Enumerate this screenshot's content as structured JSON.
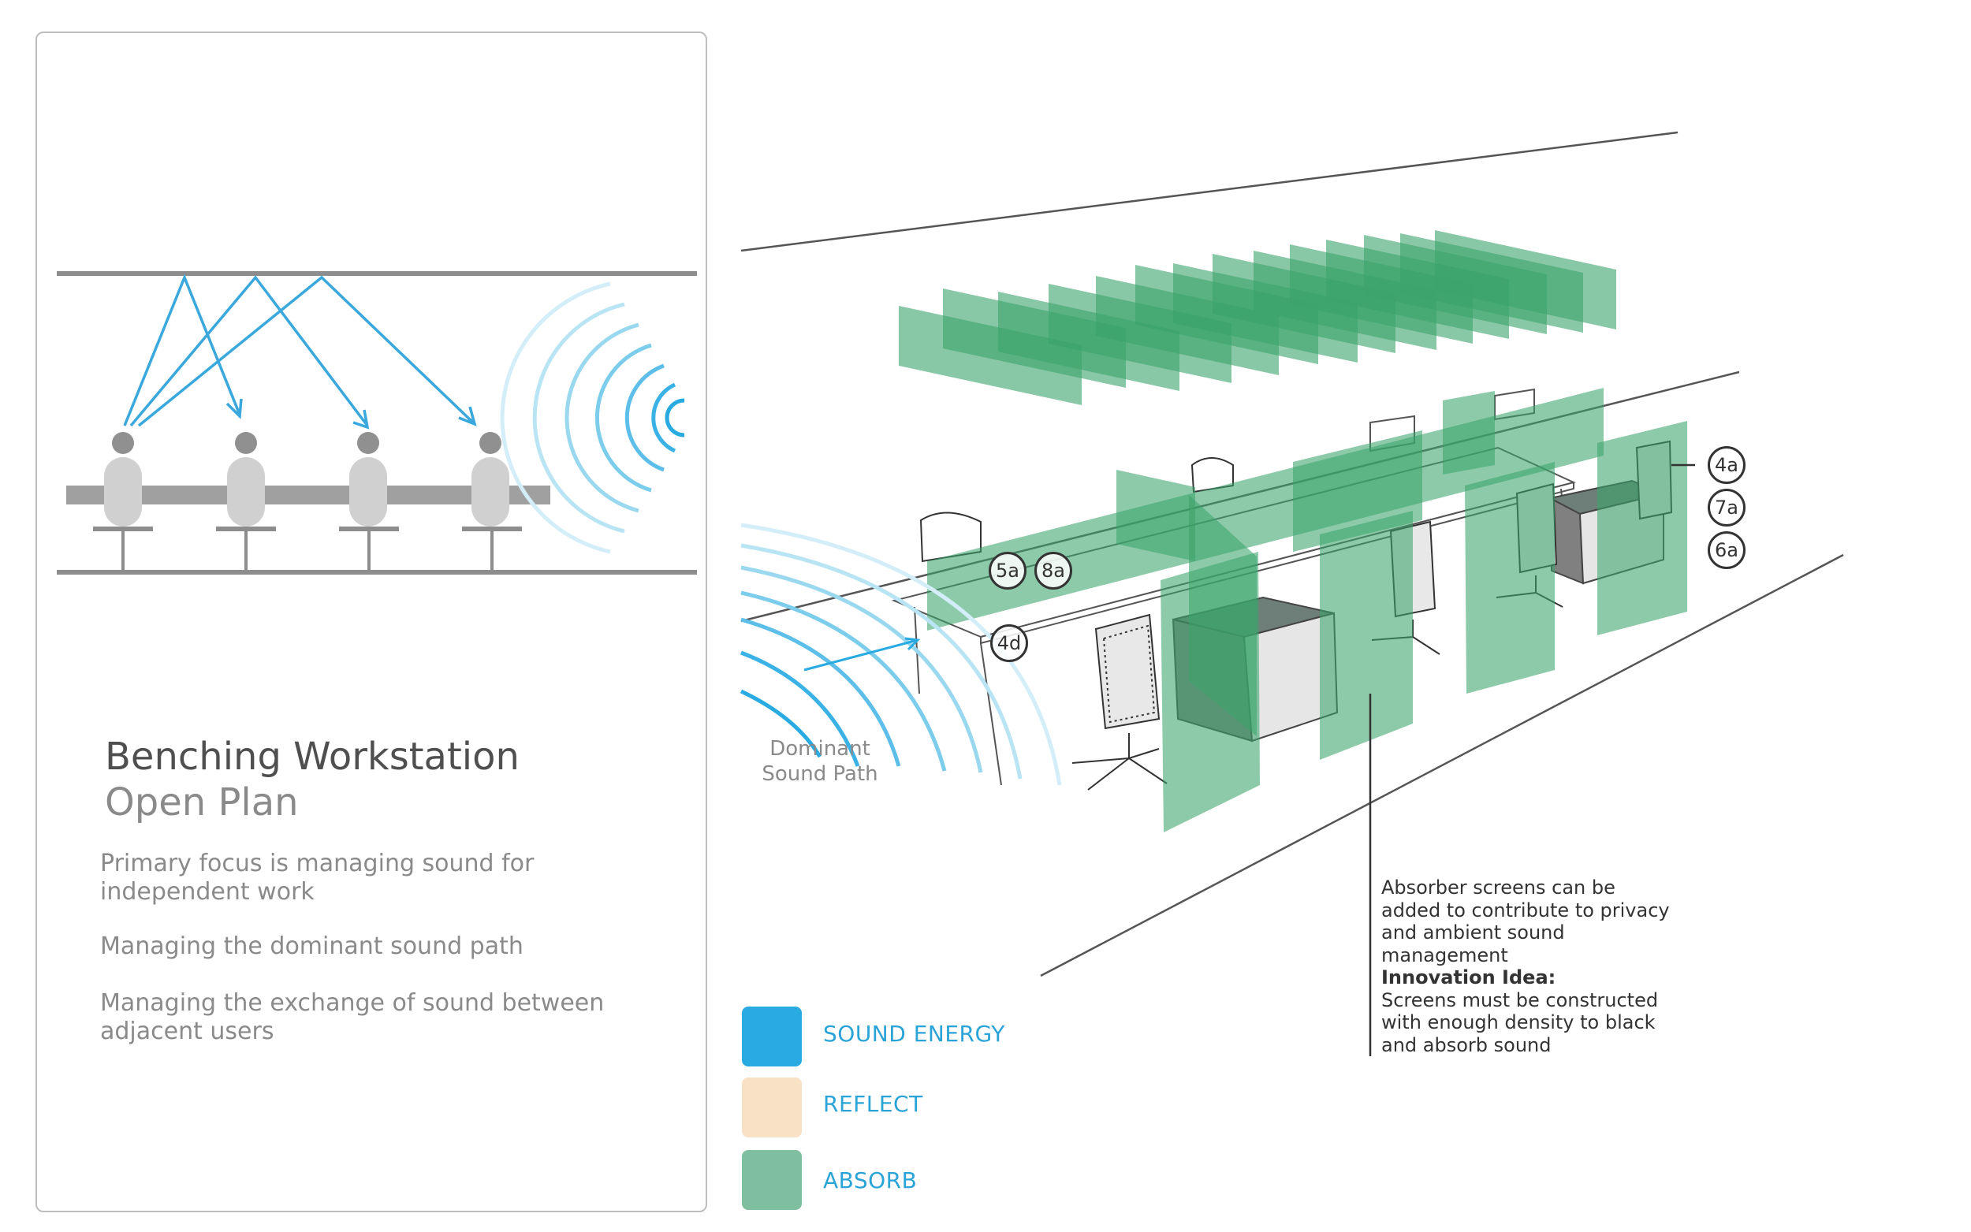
{
  "left_panel": {
    "title": "Benching Workstation",
    "subtitle": "Open Plan",
    "paragraphs": [
      "Primary focus is managing sound for independent work",
      "Managing the dominant sound path",
      "Managing the exchange of sound between adjacent users"
    ]
  },
  "main": {
    "sound_path_label": "Dominant Sound Path",
    "badges": [
      "5a",
      "8a",
      "4d",
      "4a",
      "7a",
      "6a"
    ],
    "annotation": {
      "text": "Absorber screens can be added to contribute to privacy and ambient sound management",
      "idea_title": "Innovation Idea:",
      "idea_text": "Screens must be constructed with enough density to black and absorb sound"
    }
  },
  "legend": [
    {
      "label": "SOUND ENERGY",
      "color": "#29abe2"
    },
    {
      "label": "REFLECT",
      "color": "#f9e1c5"
    },
    {
      "label": "ABSORB",
      "color": "#7fbf9f"
    }
  ]
}
